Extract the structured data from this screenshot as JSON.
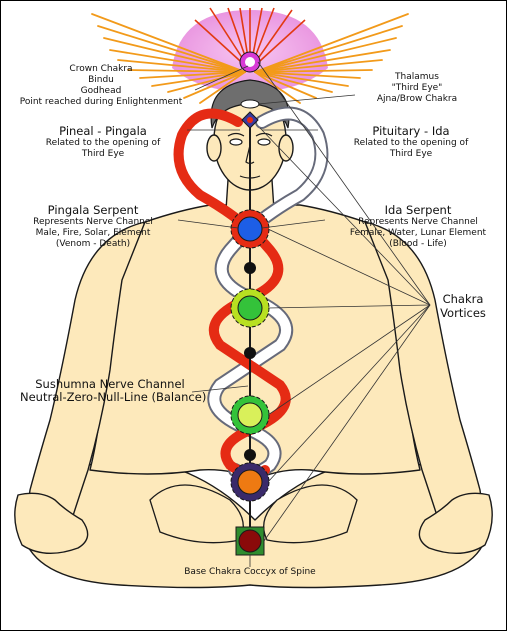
{
  "labels": {
    "crown": {
      "line1": "Crown Chakra",
      "line2": "Bindu",
      "line3": "Godhead",
      "line4": "Point reached during Enlightenment"
    },
    "thalamus": {
      "line1": "Thalamus",
      "line2": "\"Third Eye\"",
      "line3": "Ajna/Brow Chakra"
    },
    "pineal": {
      "title": "Pineal - Pingala",
      "line1": "Related to the opening of",
      "line2": "Third Eye"
    },
    "pituitary": {
      "title": "Pituitary - Ida",
      "line1": "Related to the opening of",
      "line2": "Third Eye"
    },
    "pingala_serpent": {
      "title": "Pingala Serpent",
      "line1": "Represents Nerve Channel",
      "line2": "Male, Fire, Solar, Element",
      "line3": "(Venom - Death)"
    },
    "ida_serpent": {
      "title": "Ida Serpent",
      "line1": "Represents Nerve Channel",
      "line2": "Female, Water, Lunar Element",
      "line3": "(Blood - Life)"
    },
    "chakra_vortices": {
      "line1": "Chakra",
      "line2": "Vortices"
    },
    "sushumna": {
      "line1": "Sushumna Nerve Channel",
      "line2": "Neutral-Zero-Null-Line (Balance)"
    },
    "base": {
      "line1": "Base Chakra Coccyx of Spine"
    }
  },
  "colors": {
    "skin": "#fde9bb",
    "skin_outline": "#1a1a1a",
    "hair": "#6e6e6e",
    "pingala": "#e52b14",
    "ida": "#ffffff",
    "ida_outline": "#666a7a",
    "crown_glow": "#f4a7e4",
    "crown_rays": "#e23a12",
    "wings": "#f29a1a",
    "chakra_root": "#8a0a0a",
    "chakra_sacral": "#ee7a12",
    "chakra_solar": "#b8e021",
    "chakra_heart": "#34c23a",
    "chakra_throat": "#1d5ee6",
    "chakra_brow": "#3a3aa0",
    "chakra_crown": "#d73bd6"
  }
}
